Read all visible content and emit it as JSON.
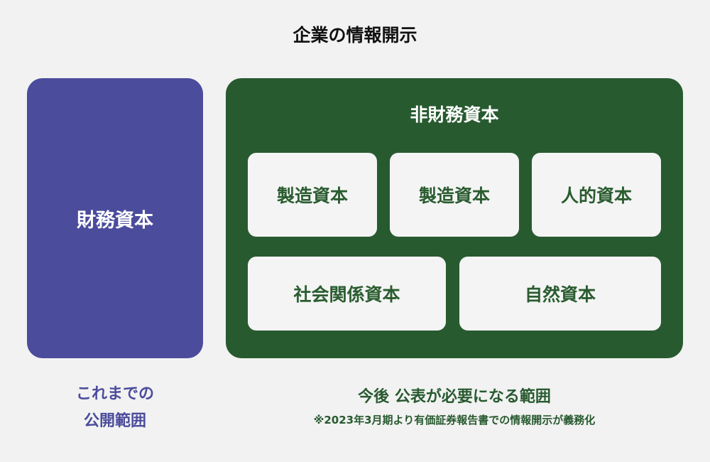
{
  "title": "企業の情報開示",
  "colors": {
    "financial": "#4b4c9c",
    "nonfinancial": "#285a30",
    "card_text": "#2a5c30"
  },
  "financial": {
    "label": "財務資本",
    "caption_line1": "これまでの",
    "caption_line2": "公開範囲"
  },
  "nonfinancial": {
    "title": "非財務資本",
    "items": [
      "製造資本",
      "製造資本",
      "人的資本",
      "社会関係資本",
      "自然資本"
    ],
    "caption": "今後 公表が必要になる範囲",
    "note": "※2023年3月期より有価証券報告書での情報開示が義務化"
  }
}
